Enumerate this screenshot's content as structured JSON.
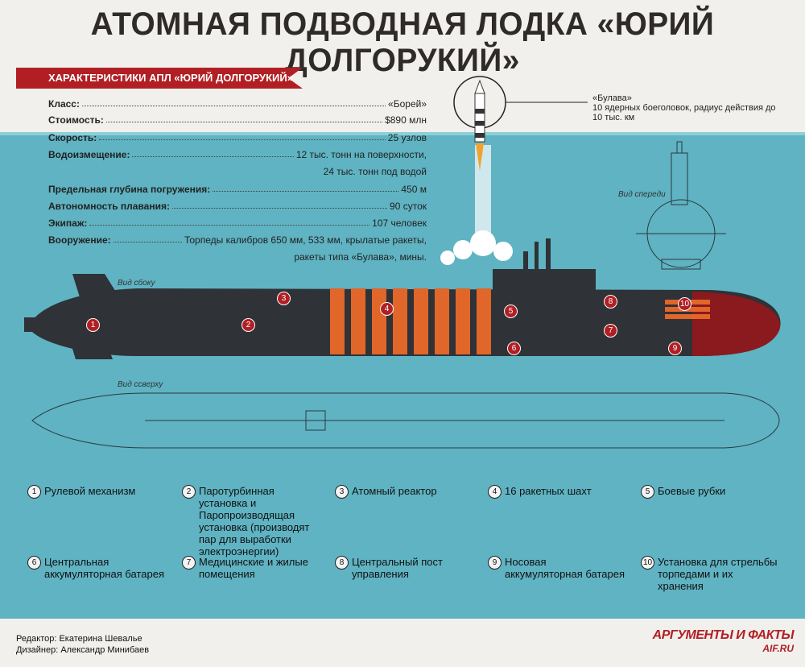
{
  "title": "АТОМНАЯ ПОДВОДНАЯ ЛОДКА «ЮРИЙ ДОЛГОРУКИЙ»",
  "specs_header": "ХАРАКТЕРИСТИКИ АПЛ «ЮРИЙ ДОЛГОРУКИЙ»",
  "specs": [
    {
      "label": "Класс:",
      "value": "«Борей»"
    },
    {
      "label": "Стоимость:",
      "value": "$890 млн"
    },
    {
      "label": "Скорость:",
      "value": "25 узлов"
    },
    {
      "label": "Водоизмещение:",
      "value": "12 тыс. тонн на поверхности,",
      "extra": "24 тыс. тонн под водой"
    },
    {
      "label": "Предельная глубина погружения:",
      "value": "450 м"
    },
    {
      "label": "Автономность плавания:",
      "value": "90 суток"
    },
    {
      "label": "Экипаж:",
      "value": "107 человек"
    },
    {
      "label": "Вооружение:",
      "value": "Торпеды калибров 650 мм, 533 мм, крылатые ракеты,",
      "extra": "ракеты типа «Булава», мины."
    }
  ],
  "missile": {
    "name": "«Булава»",
    "description": "10 ядерных боеголовок, радиус действия до 10 тыс. км"
  },
  "view_labels": {
    "front": "Вид спереди",
    "side": "Вид сбоку",
    "top": "Вид ссверху"
  },
  "markers": [
    "1",
    "2",
    "3",
    "4",
    "5",
    "6",
    "7",
    "8",
    "9",
    "10"
  ],
  "legend": [
    {
      "num": "1",
      "text": "Рулевой механизм"
    },
    {
      "num": "2",
      "text": "Паротурбинная установка и Паропроизводящая установка (производят пар для выработки электроэнергии)"
    },
    {
      "num": "3",
      "text": "Атомный реактор"
    },
    {
      "num": "4",
      "text": "16 ракетных шахт"
    },
    {
      "num": "5",
      "text": "Боевые рубки"
    },
    {
      "num": "6",
      "text": "Центральная аккумуляторная батарея"
    },
    {
      "num": "7",
      "text": "Медицинские и жилые помещения"
    },
    {
      "num": "8",
      "text": "Центральный пост управления"
    },
    {
      "num": "9",
      "text": "Носовая аккумуляторная батарея"
    },
    {
      "num": "10",
      "text": "Установка для стрельбы торпедами и их хранения"
    }
  ],
  "credits": {
    "editor": "Редактор: Екатерина Шевалье",
    "designer": "Дизайнер: Александр Минибаев"
  },
  "logo": {
    "name": "АРГУМЕНТЫ И ФАКТЫ",
    "site": "AIF.RU"
  },
  "colors": {
    "sea": "#5fb3c2",
    "accent": "#b11f24",
    "hull": "#2f3236",
    "missile_tubes": "#e0662a",
    "bow": "#8a1a1d"
  }
}
